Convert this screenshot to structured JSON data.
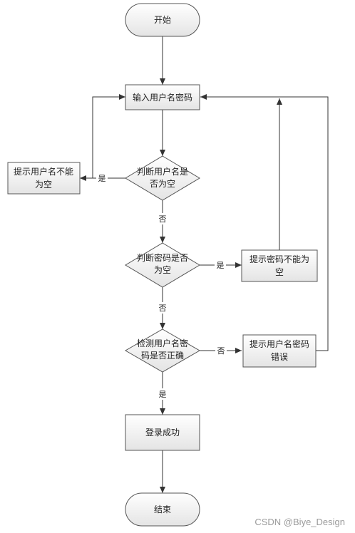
{
  "diagram": {
    "nodes": {
      "start": {
        "label": "开始"
      },
      "input": {
        "label": "输入用户名密码"
      },
      "check_user_empty": {
        "line1": "判断用户名是",
        "line2": "否为空"
      },
      "prompt_user_empty": {
        "line1": "提示用户名不能",
        "line2": "为空"
      },
      "check_pwd_empty": {
        "line1": "判断密码是否",
        "line2": "为空"
      },
      "prompt_pwd_empty": {
        "line1": "提示密码不能为",
        "line2": "空"
      },
      "check_correct": {
        "line1": "检测用户名密",
        "line2": "码是否正确"
      },
      "prompt_error": {
        "line1": "提示用户名密码",
        "line2": "错误"
      },
      "login_success": {
        "label": "登录成功"
      },
      "end": {
        "label": "结束"
      }
    },
    "edge_labels": {
      "yes": "是",
      "no": "否"
    }
  },
  "watermark": "CSDN @Biye_Design"
}
